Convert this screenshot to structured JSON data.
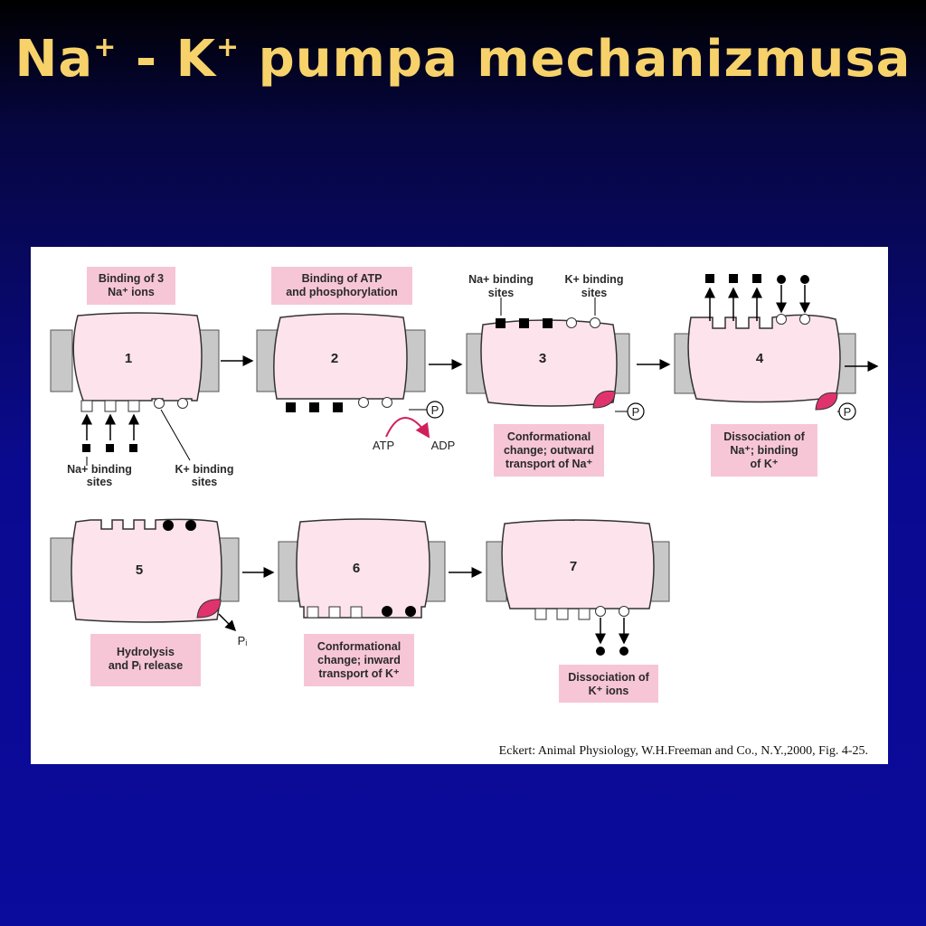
{
  "slide": {
    "title_prefix": "Na",
    "title_sup1": "+",
    "title_mid": " - K",
    "title_sup2": "+",
    "title_suffix": " pumpa mechanizmusa"
  },
  "figure": {
    "steps": [
      {
        "number": "1",
        "label_lines": [
          "Binding of 3",
          "Na⁺ ions"
        ]
      },
      {
        "number": "2",
        "label_lines": [
          "Binding of ATP",
          "and phosphorylation"
        ]
      },
      {
        "number": "3",
        "label_lines": [
          "Conformational",
          "change; outward",
          "transport of Na⁺"
        ]
      },
      {
        "number": "4",
        "label_lines": [
          "Dissociation of",
          "Na⁺; binding",
          "of K⁺"
        ]
      },
      {
        "number": "5",
        "label_lines": [
          "Hydrolysis",
          "and Pᵢ release"
        ]
      },
      {
        "number": "6",
        "label_lines": [
          "Conformational",
          "change; inward",
          "transport of K⁺"
        ]
      },
      {
        "number": "7",
        "label_lines": [
          "Dissociation of",
          "K⁺ ions"
        ]
      }
    ],
    "site_labels": {
      "na_sites_1": [
        "Na+ binding",
        "sites"
      ],
      "k_sites_1": [
        "K+ binding",
        "sites"
      ],
      "na_sites_3": [
        "Na+ binding",
        "sites"
      ],
      "k_sites_3": [
        "K+ binding",
        "sites"
      ]
    },
    "phosphate": "P",
    "atp": "ATP",
    "adp": "ADP",
    "pi": "Pᵢ",
    "colors": {
      "protein": "#fde3ec",
      "pink_box": "#f7c6d6",
      "phosphate_site": "#e0336e",
      "membrane": "#c8c8c8"
    }
  },
  "citation": "Eckert: Animal Physiology, W.H.Freeman and Co., N.Y.,2000, Fig. 4-25."
}
